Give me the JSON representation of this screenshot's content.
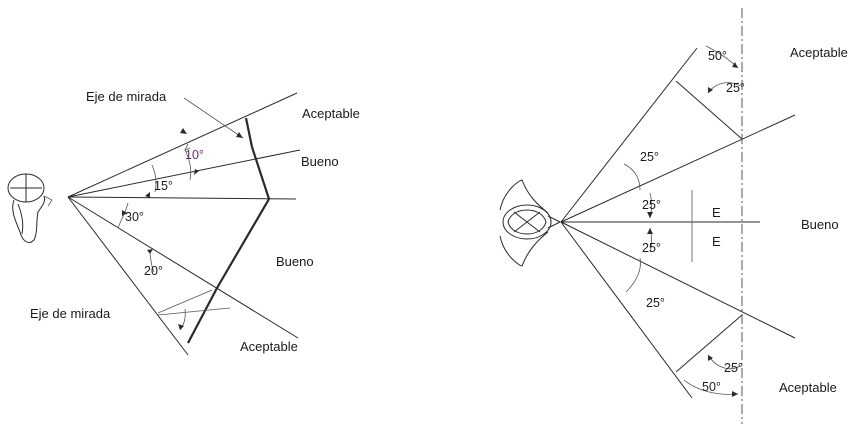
{
  "left_diagram": {
    "labels": {
      "eje_top": "Eje de mirada",
      "aceptable_top": "Aceptable",
      "bueno_top": "Bueno",
      "bueno_bottom": "Bueno",
      "eje_bottom": "Eje de mirada",
      "aceptable_bottom": "Aceptable"
    },
    "angles": {
      "a10": "10°",
      "a15": "15°",
      "a30": "30°",
      "a20": "20°"
    }
  },
  "right_diagram": {
    "labels": {
      "aceptable_top": "Aceptable",
      "bueno": "Bueno",
      "aceptable_bottom": "Aceptable",
      "e_top": "E",
      "e_bottom": "E"
    },
    "angles": {
      "top50": "50°",
      "top25_corner": "25°",
      "a25_1": "25°",
      "a25_2": "25°",
      "a25_3": "25°",
      "a25_4": "25°",
      "bot25_corner": "25°",
      "bot50": "50°"
    }
  }
}
